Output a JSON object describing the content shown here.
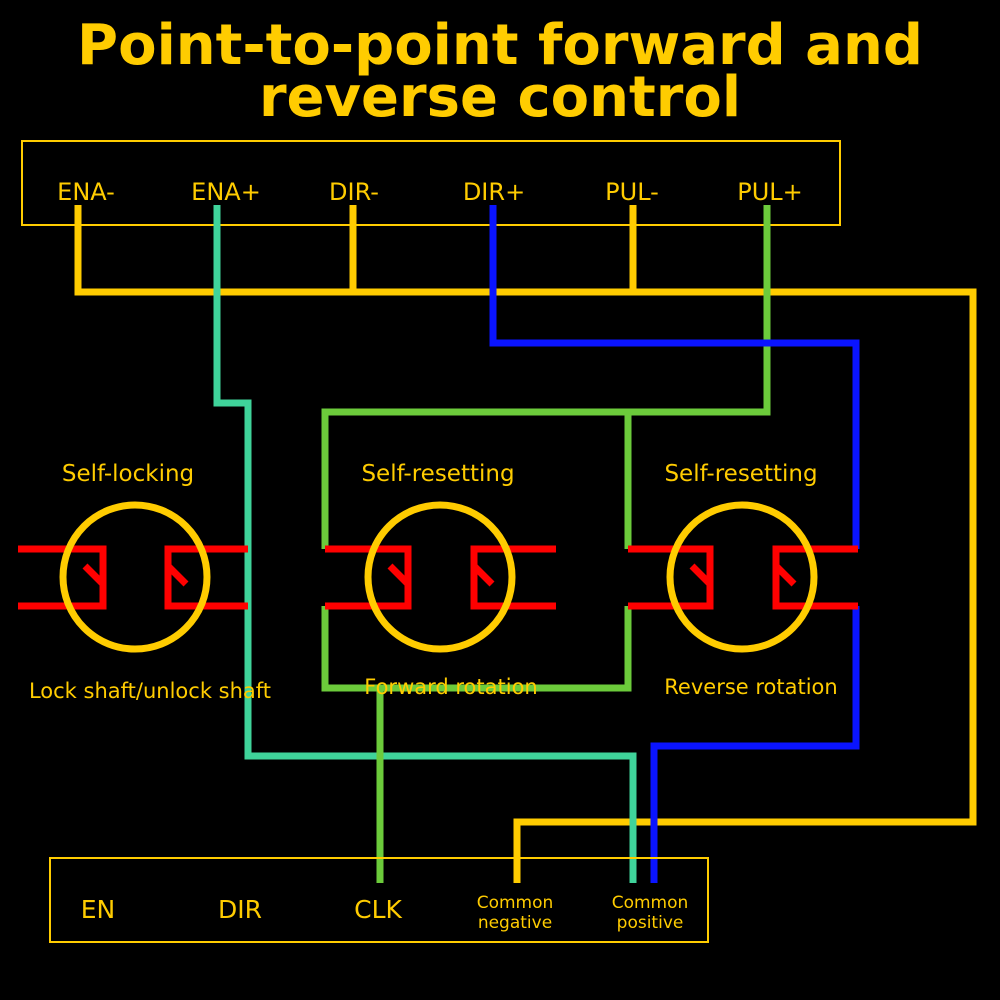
{
  "title": {
    "line1": "Point-to-point forward and",
    "line2": "reverse control"
  },
  "top_terminals": [
    "ENA-",
    "ENA+",
    "DIR-",
    "DIR+",
    "PUL-",
    "PUL+"
  ],
  "switches": [
    {
      "type": "Self-locking",
      "caption": "Lock shaft/unlock shaft"
    },
    {
      "type": "Self-resetting",
      "caption": "Forward rotation"
    },
    {
      "type": "Self-resetting",
      "caption": "Reverse rotation"
    }
  ],
  "bottom_terminals": [
    {
      "line1": "EN"
    },
    {
      "line1": "DIR"
    },
    {
      "line1": "CLK"
    },
    {
      "line1": "Common",
      "line2": "negative"
    },
    {
      "line1": "Common",
      "line2": "positive"
    }
  ],
  "colors": {
    "background": "#000000",
    "yellow_wire": "#FFCC00",
    "teal_wire": "#3FD39A",
    "green_wire": "#6CCB3B",
    "blue_wire": "#0A14FF",
    "contact_red": "#FF0000",
    "text": "#FFCC00"
  }
}
